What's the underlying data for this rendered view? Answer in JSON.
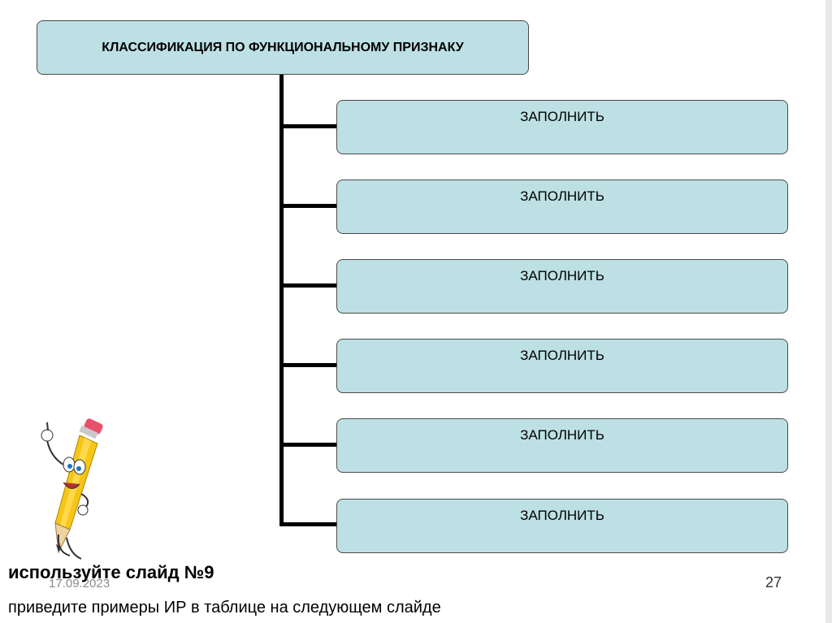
{
  "header": {
    "title": "КЛАССИФИКАЦИЯ ПО ФУНКЦИОНАЛЬНОМУ ПРИЗНАКУ"
  },
  "items": [
    {
      "label": "ЗАПОЛНИТЬ"
    },
    {
      "label": "ЗАПОЛНИТЬ"
    },
    {
      "label": "ЗАПОЛНИТЬ"
    },
    {
      "label": "ЗАПОЛНИТЬ"
    },
    {
      "label": "ЗАПОЛНИТЬ"
    },
    {
      "label": "ЗАПОЛНИТЬ"
    }
  ],
  "footer": {
    "date": "17.09.2023",
    "page_number": "27",
    "hint_title": "используйте слайд №9",
    "hint_subtitle": "приведите примеры ИР в таблице на следующем слайде"
  },
  "colors": {
    "box_fill": "#bde0e4",
    "box_border": "#4a4a4a",
    "connector": "#000000"
  },
  "icons": {
    "mascot": "pencil-mascot-icon"
  }
}
